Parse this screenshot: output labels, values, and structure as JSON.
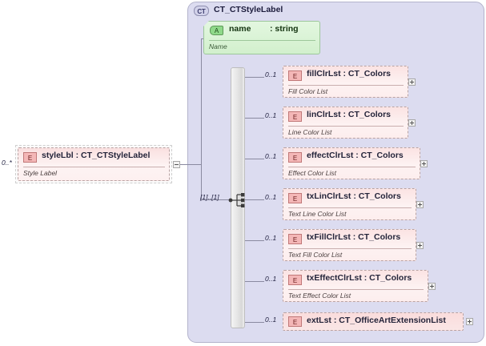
{
  "diagram": {
    "kind": "xsd-schema-diagram",
    "root_element": {
      "cardinality": "0..*",
      "badge": "E",
      "label": "styleLbl  : CT_CTStyleLabel",
      "annotation": "Style Label",
      "toggle": "minus"
    },
    "complex_type": {
      "badge": "CT",
      "title": "CT_CTStyleLabel"
    },
    "attribute": {
      "badge": "A",
      "name": "name",
      "type": ": string",
      "annotation": "Name"
    },
    "compositor": {
      "type": "choice",
      "cardinality": "[1]..[1]",
      "icon": "choice-branch-icon"
    },
    "elements": [
      {
        "cardinality": "0..1",
        "badge": "E",
        "label": "fillClrLst : CT_Colors",
        "annotation": "Fill Color List",
        "expander": "+"
      },
      {
        "cardinality": "0..1",
        "badge": "E",
        "label": "linClrLst : CT_Colors",
        "annotation": "Line Color List",
        "expander": "+"
      },
      {
        "cardinality": "0..1",
        "badge": "E",
        "label": "effectClrLst : CT_Colors",
        "annotation": "Effect Color List",
        "expander": "+"
      },
      {
        "cardinality": "0..1",
        "badge": "E",
        "label": "txLinClrLst : CT_Colors",
        "annotation": "Text Line Color List",
        "expander": "+"
      },
      {
        "cardinality": "0..1",
        "badge": "E",
        "label": "txFillClrLst : CT_Colors",
        "annotation": "Text Fill Color List",
        "expander": "+"
      },
      {
        "cardinality": "0..1",
        "badge": "E",
        "label": "txEffectClrLst : CT_Colors",
        "annotation": "Text Effect Color List",
        "expander": "+"
      },
      {
        "cardinality": "0..1",
        "badge": "E",
        "label": "extLst    : CT_OfficeArtExtensionList",
        "annotation": "",
        "expander": "+"
      }
    ],
    "colors": {
      "container_fill": "#dcdcf0",
      "container_border": "#b3b3cc",
      "attribute_fill": "#d2f0cd",
      "attribute_border": "#9dc79a",
      "element_fill": "#fbe3e3",
      "element_border": "#b9a3a3",
      "connector": "#8a8aa0",
      "compositor_bar": "#e6e6e6"
    }
  }
}
